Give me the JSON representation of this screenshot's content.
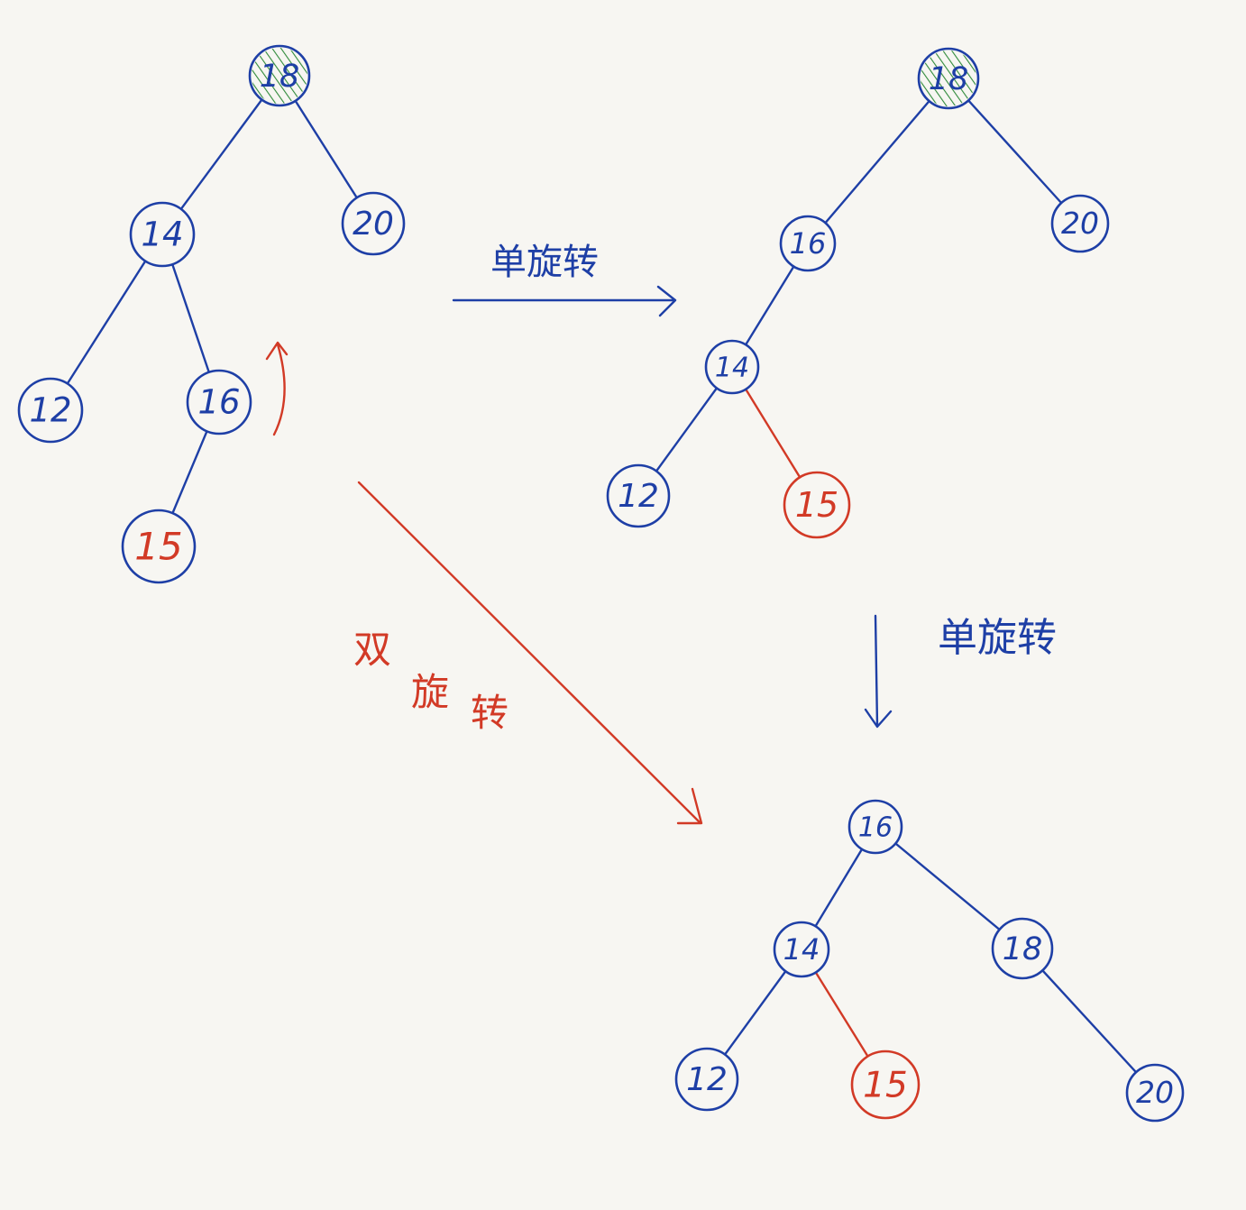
{
  "colors": {
    "background": "#f7f6f2",
    "blue": "#1e3fa6",
    "red": "#d23a26",
    "green_hatch": "#2f8a3a"
  },
  "labels": {
    "single_rotation_1": "单旋转",
    "single_rotation_2": "单旋转",
    "double_rotation": "双旋转"
  },
  "trees": [
    {
      "name": "initial",
      "nodes": [
        {
          "id": "a18",
          "value": "18",
          "color": "blue",
          "hatched": true
        },
        {
          "id": "a14",
          "value": "14",
          "color": "blue"
        },
        {
          "id": "a20",
          "value": "20",
          "color": "blue"
        },
        {
          "id": "a12",
          "value": "12",
          "color": "blue"
        },
        {
          "id": "a16",
          "value": "16",
          "color": "blue"
        },
        {
          "id": "a15",
          "value": "15",
          "color": "red_text"
        }
      ],
      "edges": [
        [
          "a18",
          "a14"
        ],
        [
          "a18",
          "a20"
        ],
        [
          "a14",
          "a12"
        ],
        [
          "a14",
          "a16"
        ],
        [
          "a16",
          "a15"
        ]
      ]
    },
    {
      "name": "after-first-rotation",
      "nodes": [
        {
          "id": "b18",
          "value": "18",
          "color": "blue",
          "hatched": true
        },
        {
          "id": "b16",
          "value": "16",
          "color": "blue"
        },
        {
          "id": "b20",
          "value": "20",
          "color": "blue"
        },
        {
          "id": "b14",
          "value": "14",
          "color": "blue"
        },
        {
          "id": "b12",
          "value": "12",
          "color": "blue"
        },
        {
          "id": "b15",
          "value": "15",
          "color": "red"
        }
      ],
      "edges": [
        [
          "b18",
          "b16"
        ],
        [
          "b18",
          "b20"
        ],
        [
          "b16",
          "b14"
        ],
        [
          "b14",
          "b12"
        ],
        [
          "b14",
          "b15",
          "red"
        ]
      ]
    },
    {
      "name": "balanced",
      "nodes": [
        {
          "id": "c16",
          "value": "16",
          "color": "blue"
        },
        {
          "id": "c14",
          "value": "14",
          "color": "blue"
        },
        {
          "id": "c18",
          "value": "18",
          "color": "blue"
        },
        {
          "id": "c12",
          "value": "12",
          "color": "blue"
        },
        {
          "id": "c15",
          "value": "15",
          "color": "red"
        },
        {
          "id": "c20",
          "value": "20",
          "color": "blue"
        }
      ],
      "edges": [
        [
          "c16",
          "c14"
        ],
        [
          "c16",
          "c18"
        ],
        [
          "c14",
          "c12"
        ],
        [
          "c14",
          "c15",
          "red"
        ],
        [
          "c18",
          "c20"
        ]
      ]
    }
  ]
}
